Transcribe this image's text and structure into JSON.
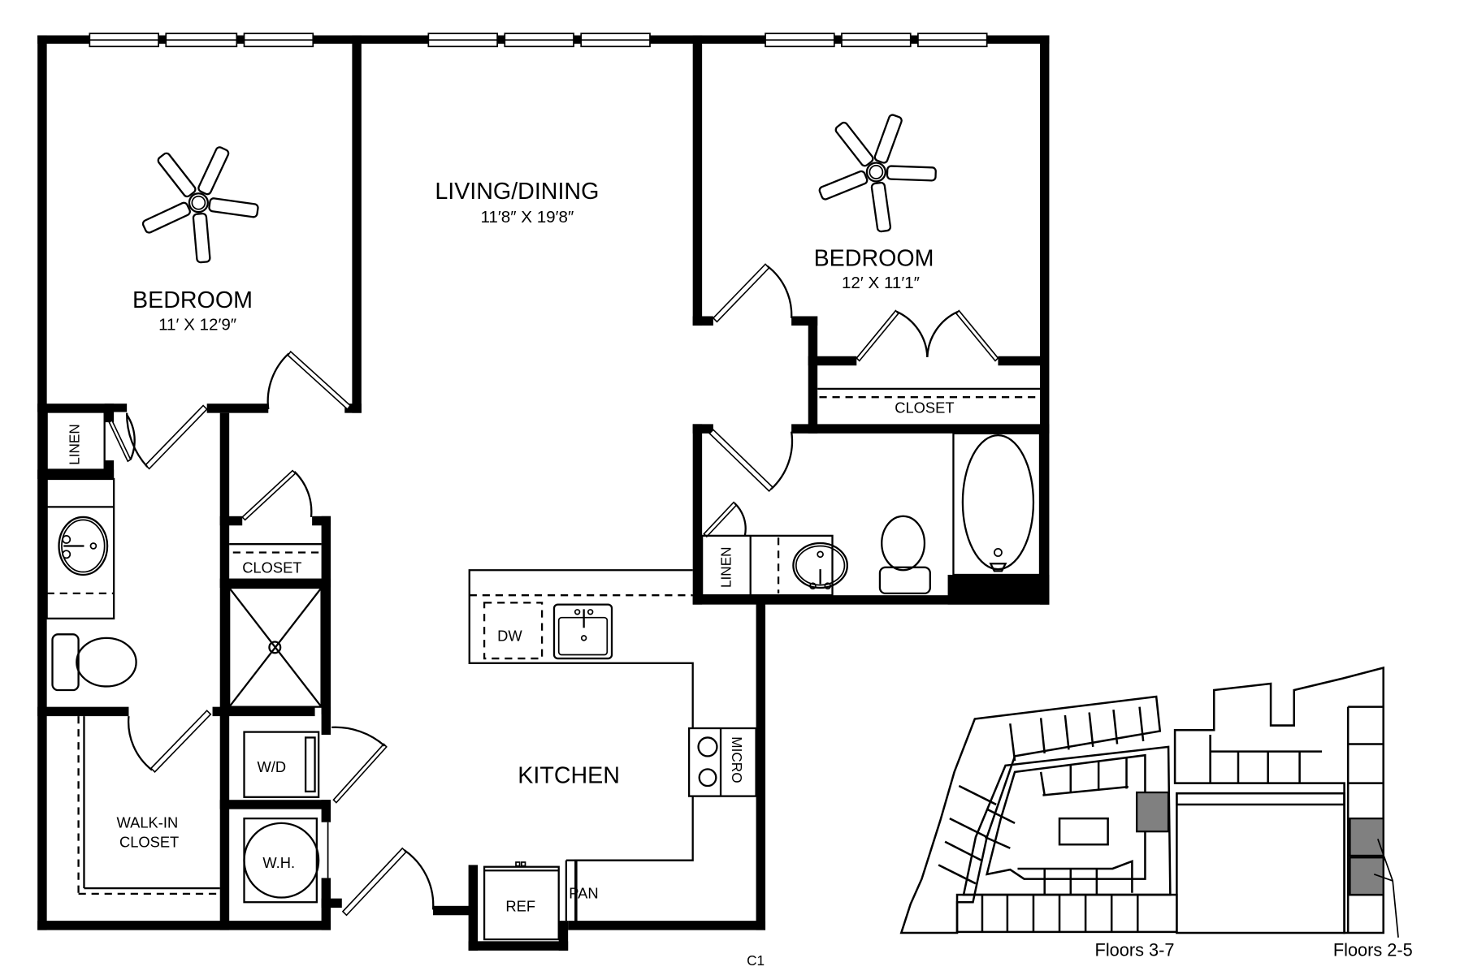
{
  "plan": {
    "unit_code": "C1",
    "rooms": {
      "bedroom_left": {
        "label": "BEDROOM",
        "dims": "11′ X 12′9″"
      },
      "living_dining": {
        "label": "LIVING/DINING",
        "dims": "11′8″ X 19′8″"
      },
      "bedroom_right": {
        "label": "BEDROOM",
        "dims": "12′ X 11′1″"
      },
      "kitchen": {
        "label": "KITCHEN"
      },
      "walk_in_closet": {
        "line1": "WALK-IN",
        "line2": "CLOSET"
      }
    },
    "fixtures": {
      "closet_right": "CLOSET",
      "closet_left": "CLOSET",
      "linen_left": "LINEN",
      "linen_right": "LINEN",
      "dishwasher": "DW",
      "microwave": "MICRO",
      "refrigerator": "REF",
      "pantry": "PAN",
      "washer_dryer": "W/D",
      "water_heater": "W.H."
    }
  },
  "key_plan": {
    "labels": {
      "floors_a": "Floors 3-7",
      "floors_b": "Floors 2-5"
    },
    "colors": {
      "highlight": "#808080"
    }
  }
}
